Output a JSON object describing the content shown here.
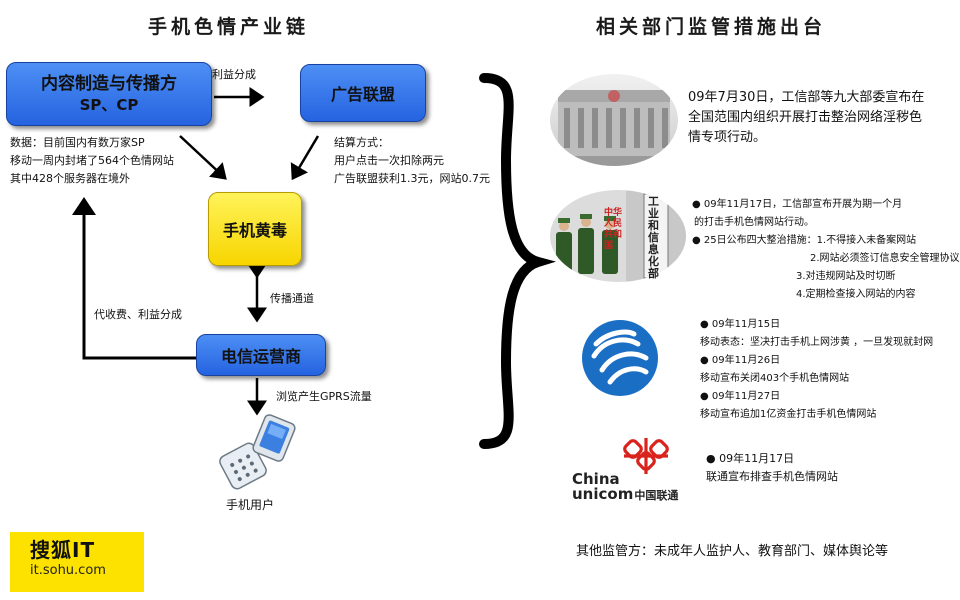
{
  "left_title": "手机色情产业链",
  "right_title": "相关部门监管措施出台",
  "nodes": {
    "producer_line1": "内容制造与传播方",
    "producer_line2": "SP、CP",
    "ad_alliance": "广告联盟",
    "porn": "手机黄毒",
    "telecom": "电信运营商",
    "user": "手机用户"
  },
  "labels": {
    "profit_share": "利益分成",
    "channel": "传播通道",
    "gprs": "浏览产生GPRS流量",
    "collect": "代收费、利益分成"
  },
  "stats": [
    "数据：目前国内有数万家SP",
    "移动一周内封堵了564个色情网站",
    "其中428个服务器在境外"
  ],
  "settlement": [
    "结算方式：",
    "用户点击一次扣除两元",
    "广告联盟获利1.3元，网站0.7元"
  ],
  "measures": {
    "m1": [
      "09年7月30日，工信部等九大部委宣布在",
      "全国范围内组织开展打击整治网络淫秽色",
      "情专项行动。"
    ],
    "m2": [
      "● 09年11月17日，工信部宣布开展为期一个月",
      "的打击手机色情网站行动。",
      "● 25日公布四大整治措施：1.不得接入未备案网站",
      "2.网站必须签订信息安全管理协议",
      "3.对违规网站及时切断",
      "4.定期检查接入网站的内容"
    ],
    "m3": [
      "● 09年11月15日",
      "移动表态：坚决打击手机上网涉黄 ，一旦发现就封网",
      "● 09年11月26日",
      "移动宣布关闭403个手机色情网站",
      "● 09年11月27日",
      "移动宣布追加1亿资金打击手机色情网站"
    ],
    "m4": [
      "● 09年11月17日",
      "联通宣布排查手机色情网站"
    ]
  },
  "building_sign": [
    "工业和信息化部",
    "中华人民共和国"
  ],
  "unicom_logo": {
    "line1": "China",
    "line2": "unicom",
    "cn": "中国联通"
  },
  "other": "其他监管方：未成年人监护人、教育部门、媒体舆论等",
  "brand": {
    "name": "搜狐IT",
    "url": "it.sohu.com"
  },
  "colors": {
    "blue": "#3a7ff0",
    "yellow": "#f8d800",
    "unicom_red": "#d8241c",
    "mobile_blue": "#1a6fc4"
  }
}
